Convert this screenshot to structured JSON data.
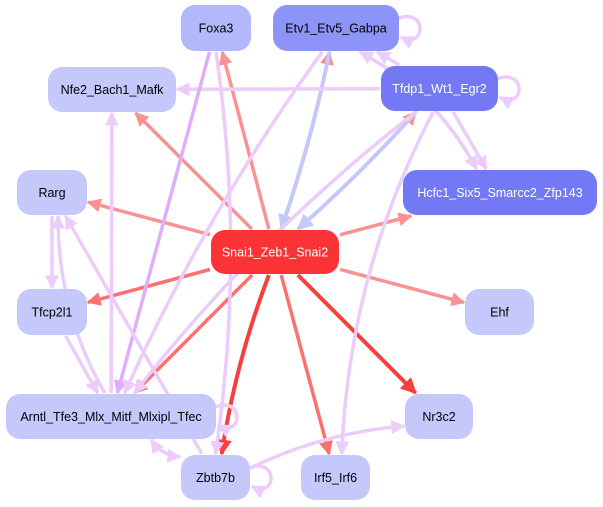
{
  "colors": {
    "background": "#ffffff",
    "node_light": "#c4c8fb",
    "node_mid": "#b3b8fb",
    "node_dark": "#8c94f7",
    "node_darker": "#7378f5",
    "node_center": "#fb3236",
    "text_dark": "#000000",
    "text_light": "#ffffff",
    "edge_lavender": "#ebccfb",
    "edge_purple": "#dfadf9",
    "edge_salmon": "#fb9292",
    "edge_red": "#fb7070",
    "edge_strong_red": "#f63f3f",
    "edge_blue": "#c4c8fb"
  },
  "nodes": [
    {
      "id": "foxa3",
      "label": "Foxa3",
      "style": "mid",
      "text": "dark"
    },
    {
      "id": "etv1",
      "label": "Etv1_Etv5_Gabpa",
      "style": "dark",
      "text": "dark"
    },
    {
      "id": "nfe2",
      "label": "Nfe2_Bach1_Mafk",
      "style": "light",
      "text": "dark"
    },
    {
      "id": "tfdp1",
      "label": "Tfdp1_Wt1_Egr2",
      "style": "darker",
      "text": "light"
    },
    {
      "id": "rarg",
      "label": "Rarg",
      "style": "light",
      "text": "dark"
    },
    {
      "id": "hcfc1",
      "label": "Hcfc1_Six5_Smarcc2_Zfp143",
      "style": "darker",
      "text": "light"
    },
    {
      "id": "snai1",
      "label": "Snai1_Zeb1_Snai2",
      "style": "center",
      "text": "light"
    },
    {
      "id": "tfcp2l1",
      "label": "Tfcp2l1",
      "style": "light",
      "text": "dark"
    },
    {
      "id": "ehf",
      "label": "Ehf",
      "style": "light",
      "text": "dark"
    },
    {
      "id": "arntl",
      "label": "Arntl_Tfe3_Mlx_Mitf_Mlxipl_Tfec",
      "style": "light",
      "text": "dark"
    },
    {
      "id": "nr3c2",
      "label": "Nr3c2",
      "style": "light",
      "text": "dark"
    },
    {
      "id": "zbtb7b",
      "label": "Zbtb7b",
      "style": "light",
      "text": "dark"
    },
    {
      "id": "irf5",
      "label": "Irf5_Irf6",
      "style": "light",
      "text": "dark"
    }
  ],
  "edges": [
    {
      "from": "snai1",
      "to": "nfe2",
      "color": "salmon"
    },
    {
      "from": "snai1",
      "to": "foxa3",
      "color": "salmon"
    },
    {
      "from": "snai1",
      "to": "etv1",
      "color": "salmon"
    },
    {
      "from": "snai1",
      "to": "tfdp1",
      "color": "salmon"
    },
    {
      "from": "snai1",
      "to": "hcfc1",
      "color": "salmon"
    },
    {
      "from": "snai1",
      "to": "rarg",
      "color": "salmon"
    },
    {
      "from": "snai1",
      "to": "tfcp2l1",
      "color": "red"
    },
    {
      "from": "snai1",
      "to": "ehf",
      "color": "salmon"
    },
    {
      "from": "snai1",
      "to": "arntl",
      "color": "red"
    },
    {
      "from": "snai1",
      "to": "nr3c2",
      "color": "strong_red"
    },
    {
      "from": "snai1",
      "to": "zbtb7b",
      "color": "strong_red"
    },
    {
      "from": "snai1",
      "to": "irf5",
      "color": "red"
    },
    {
      "from": "etv1",
      "to": "snai1",
      "color": "blue"
    },
    {
      "from": "tfdp1",
      "to": "snai1",
      "color": "blue"
    },
    {
      "from": "etv1",
      "to": "etv1",
      "color": "lavender"
    },
    {
      "from": "tfdp1",
      "to": "tfdp1",
      "color": "lavender"
    },
    {
      "from": "zbtb7b",
      "to": "zbtb7b",
      "color": "lavender"
    },
    {
      "from": "tfdp1",
      "to": "etv1",
      "color": "lavender"
    },
    {
      "from": "tfdp1",
      "to": "nfe2",
      "color": "lavender"
    },
    {
      "from": "tfdp1",
      "to": "hcfc1",
      "color": "lavender"
    },
    {
      "from": "tfdp1",
      "to": "irf5",
      "color": "lavender"
    },
    {
      "from": "etv1",
      "to": "hcfc1",
      "color": "lavender"
    },
    {
      "from": "hcfc1",
      "to": "etv1",
      "color": "lavender"
    },
    {
      "from": "rarg",
      "to": "tfcp2l1",
      "color": "lavender"
    },
    {
      "from": "arntl",
      "to": "nfe2",
      "color": "lavender"
    },
    {
      "from": "arntl",
      "to": "rarg",
      "color": "lavender"
    },
    {
      "from": "arntl",
      "to": "arntl",
      "color": "lavender"
    },
    {
      "from": "tfcp2l1",
      "to": "arntl",
      "color": "lavender"
    },
    {
      "from": "foxa3",
      "to": "arntl",
      "color": "purple"
    },
    {
      "from": "etv1",
      "to": "arntl",
      "color": "lavender"
    },
    {
      "from": "tfdp1",
      "to": "arntl",
      "color": "lavender"
    },
    {
      "from": "arntl",
      "to": "zbtb7b",
      "color": "lavender"
    },
    {
      "from": "zbtb7b",
      "to": "arntl",
      "color": "lavender"
    },
    {
      "from": "zbtb7b",
      "to": "nr3c2",
      "color": "lavender"
    },
    {
      "from": "zbtb7b",
      "to": "rarg",
      "color": "lavender"
    },
    {
      "from": "foxa3",
      "to": "zbtb7b",
      "color": "lavender"
    }
  ]
}
